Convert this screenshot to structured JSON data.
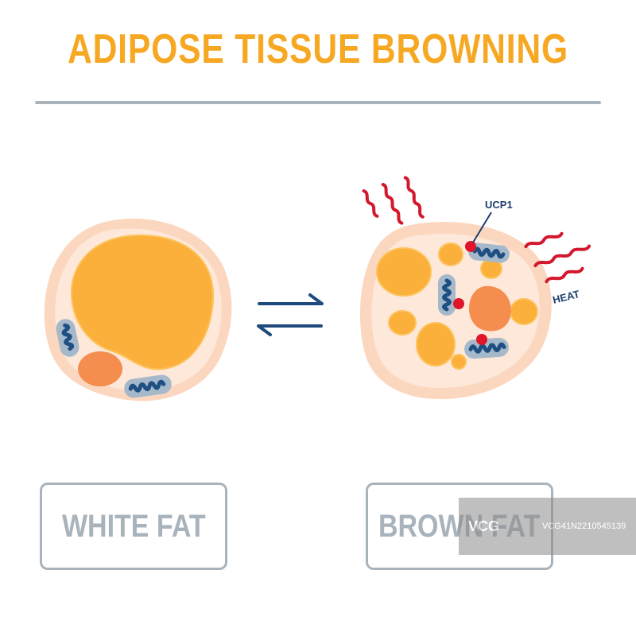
{
  "title": "ADIPOSE TISSUE BROWNING",
  "labels": {
    "white": "WHITE FAT",
    "brown": "BROWN FAT",
    "ucp1": "UCP1",
    "heat": "HEAT"
  },
  "watermark": {
    "logo": "VCG",
    "code": "VCG41N2210545139"
  },
  "colors": {
    "title": "#f7a823",
    "divider": "#a7b2bb",
    "box_border": "#a9b3bc",
    "box_text": "#a9b3bc",
    "cell_membrane": "#fcd7bf",
    "cell_inner": "#fde8da",
    "lipid": "#fbb03b",
    "lipid_light": "#fdc35c",
    "nucleus": "#f58d4e",
    "mito_outer": "#a6b9ca",
    "mito_inner": "#1f4f82",
    "arrows": "#1e4a7d",
    "heat_wave": "#d3182d",
    "ucp1": "#e1152a",
    "annot_text": "#1e3f6e",
    "watermark_bg": "#8c8c8c"
  },
  "icons": {
    "exchange": "bidirectional-arrows-icon",
    "heat": "heat-wave-icon",
    "ucp1": "ucp1-protein-icon",
    "watermark": "vcg-logo-icon"
  }
}
